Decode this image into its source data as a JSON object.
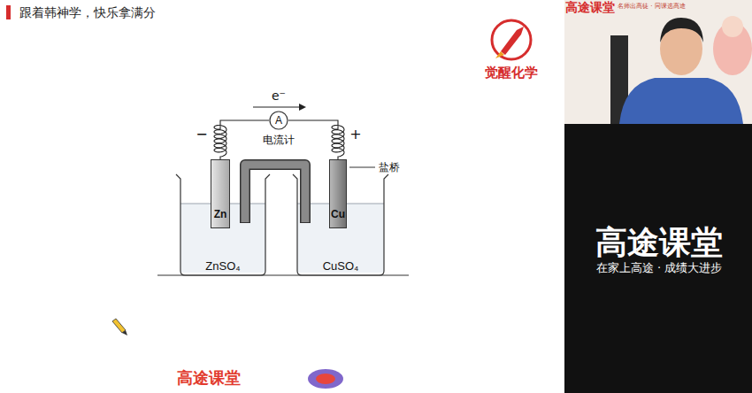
{
  "diagram": {
    "nodes": [
      {
        "text": [
          "ZnSO₄"
        ]
      },
      {
        "text": [
          "Zn"
        ],
        "in": 0
      },
      {
        "text": [
          "CuSO₄"
        ]
      },
      {
        "text": [
          "Cu"
        ],
        "in": 2
      },
      {
        "text": [
          "A",
          "电流计"
        ]
      }
    ],
    "edges": [
      {
        "from": 1,
        "to": 4,
        "arrow": "none"
      },
      {
        "from": 4,
        "to": 3,
        "arrow": "none"
      }
    ],
    "labels": [
      "跟着韩神学，快乐拿满分",
      "觉醒化学",
      "e⁻",
      "−",
      "+",
      "盐桥",
      "高途课堂",
      "名师出高徒 · 同课选高途",
      "高途课堂",
      "在家上高途 · 成绩大进步",
      "高途课堂"
    ]
  }
}
